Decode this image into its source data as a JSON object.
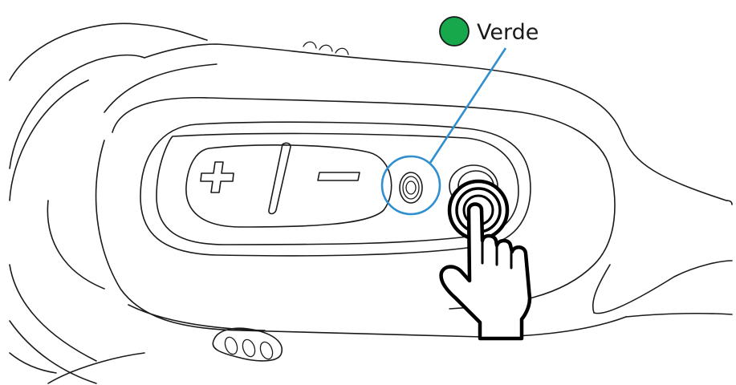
{
  "callout": {
    "label": "Verde",
    "indicator_color": "#17a84b",
    "line_color": "#2f8fcf"
  },
  "device": {
    "buttons": [
      "plus-button",
      "minus-button",
      "center-button",
      "power-button"
    ]
  },
  "icons": {
    "hand": "pointing-hand-icon",
    "press": "press-ripple-icon"
  }
}
